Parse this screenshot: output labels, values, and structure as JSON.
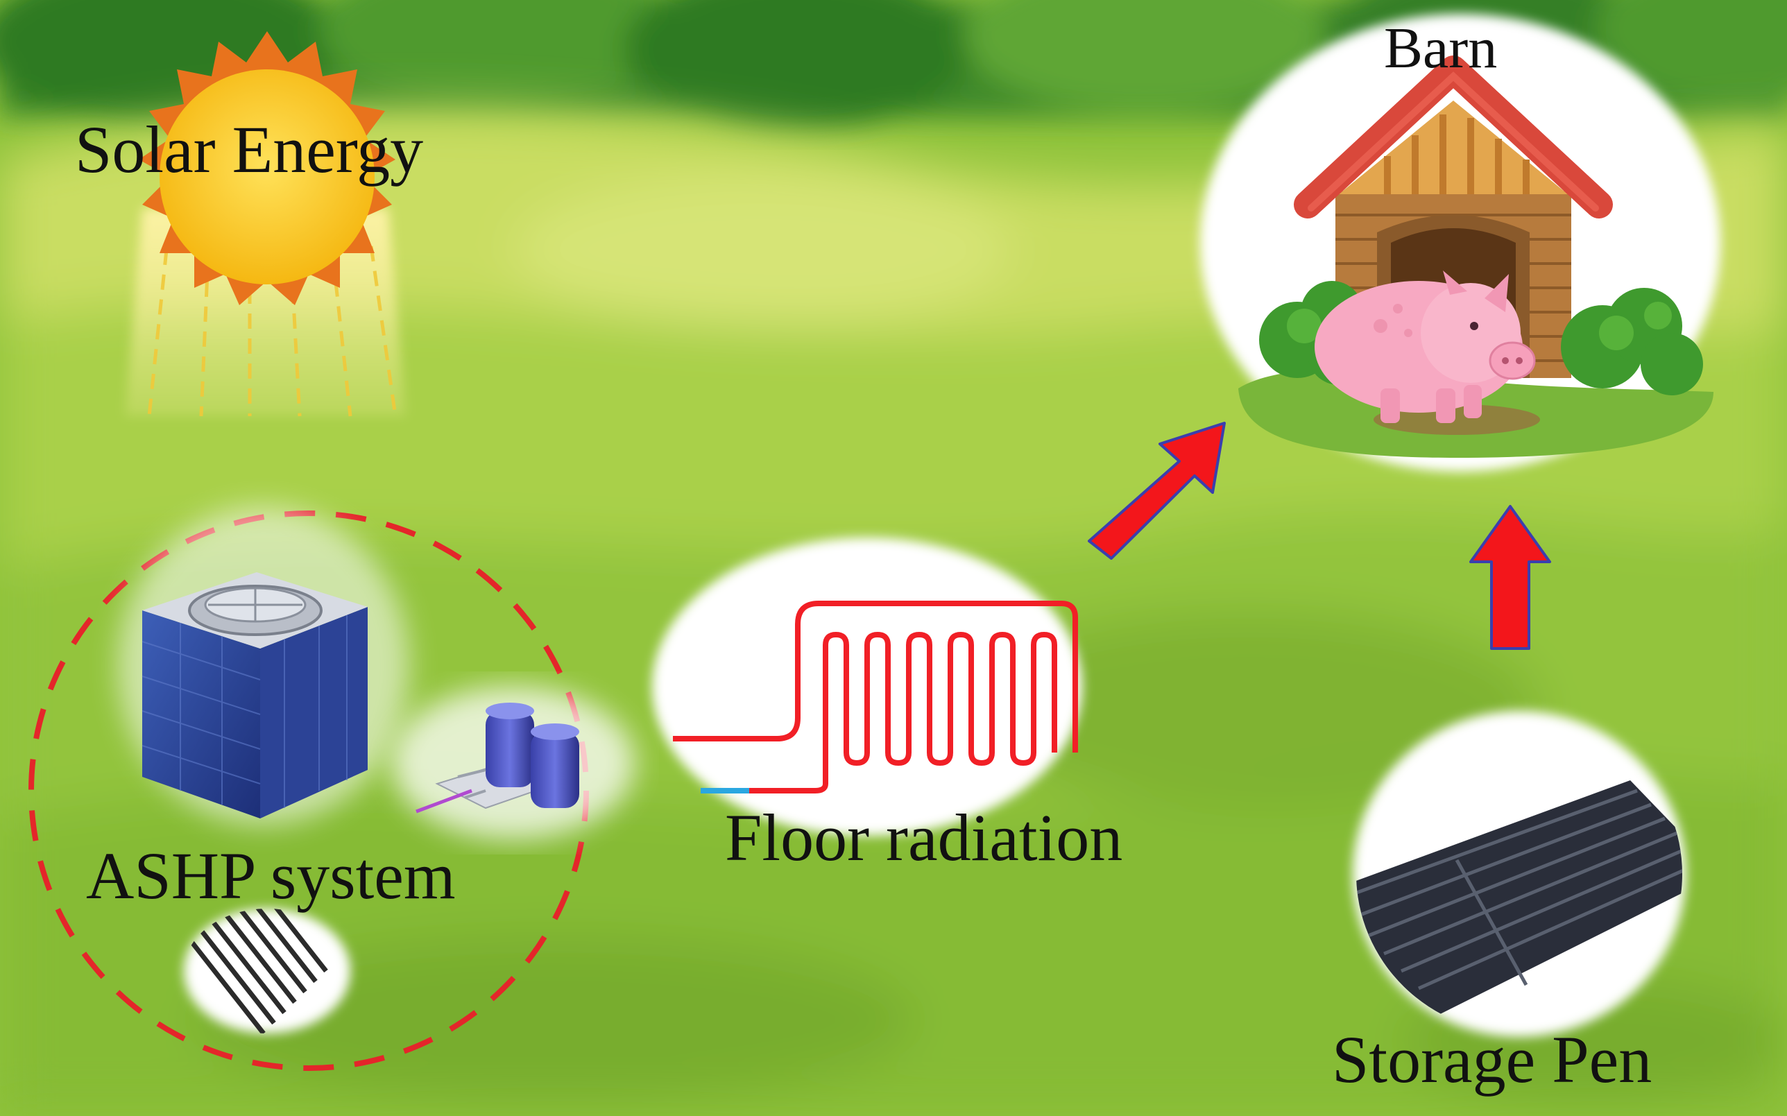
{
  "labels": {
    "solar": "Solar Energy",
    "barn": "Barn",
    "ashp": "ASHP system",
    "floor": "Floor radiation",
    "pen": "Storage Pen"
  },
  "colors": {
    "sky_green": "#8cc63f",
    "grass_light": "#c7dc63",
    "grass_dark": "#6fa61f",
    "sun": "#f7c21a",
    "sun_rays": "#e8731d",
    "arrow": "#f3161b",
    "arrow_outline": "#3a3fae",
    "dashed_circle": "#e4262a",
    "pipe_red": "#f11f26",
    "pipe_blue": "#2aa7e0",
    "roof": "#d9483b",
    "pig": "#f7a9c2"
  },
  "icons": [
    "sun-icon",
    "barn-icon",
    "pig-icon",
    "heat-pump-unit-icon",
    "water-tank-icon",
    "solar-collector-icon",
    "floor-pipe-coil-icon",
    "storage-pen-grate-icon",
    "arrow-icon"
  ]
}
